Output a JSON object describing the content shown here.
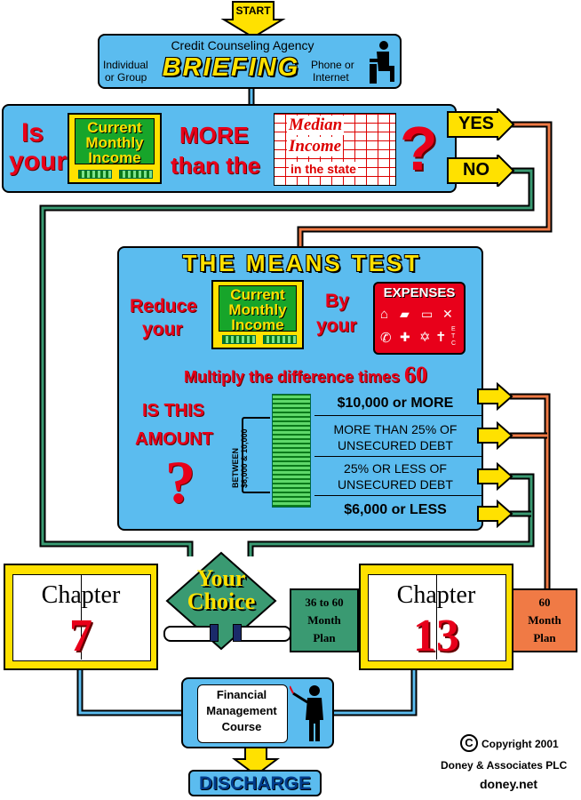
{
  "start": "START",
  "briefing": {
    "agency": "Credit Counseling Agency",
    "left_line1": "Individual",
    "left_line2": "or Group",
    "title": "BRIEFING",
    "right_line1": "Phone or",
    "right_line2": "Internet"
  },
  "question": {
    "is": "Is",
    "your": "your",
    "cmi": [
      "Current",
      "Monthly",
      "Income"
    ],
    "more": "MORE",
    "than": "than the",
    "median1": "Median",
    "median2": "Income",
    "median3": "in the state",
    "qmark": "?",
    "yes": "YES",
    "no": "NO"
  },
  "means": {
    "title": "THE MEANS TEST",
    "reduce1": "Reduce",
    "reduce2": "your",
    "cmi": [
      "Current",
      "Monthly",
      "Income"
    ],
    "by1": "By",
    "by2": "your",
    "expenses": "EXPENSES",
    "etc": "ETC",
    "multiply": "Multiply the difference times",
    "sixty": "60",
    "is_this": "IS THIS",
    "amount": "AMOUNT",
    "qmark": "?",
    "between": "BETWEEN",
    "between_range": "$6,000 & 10,000",
    "opt1": "$10,000 or MORE",
    "opt2a": "MORE THAN 25% OF",
    "opt2b": "UNSECURED DEBT",
    "opt3a": "25% OR LESS OF",
    "opt3b": "UNSECURED DEBT",
    "opt4": "$6,000 or LESS"
  },
  "chapter7": {
    "label": "Chapter",
    "number": "7"
  },
  "chapter13": {
    "label": "Chapter",
    "number": "13"
  },
  "choice": {
    "line1": "Your",
    "line2": "Choice"
  },
  "plan36": {
    "line1": "36 to 60",
    "line2": "Month",
    "line3": "Plan"
  },
  "plan60": {
    "line1": "60",
    "line2": "Month",
    "line3": "Plan"
  },
  "course": {
    "line1": "Financial",
    "line2": "Management",
    "line3": "Course"
  },
  "discharge": "DISCHARGE",
  "copyright": {
    "line1": "Copyright 2001",
    "line2": "Doney & Associates PLC",
    "line3": "doney.net",
    "symbol": "C"
  },
  "colors": {
    "blue": "#5bbcef",
    "yellow": "#ffe100",
    "green": "#17a52a",
    "red": "#e8001a",
    "orange": "#f07a45",
    "teal": "#3a9a72"
  }
}
